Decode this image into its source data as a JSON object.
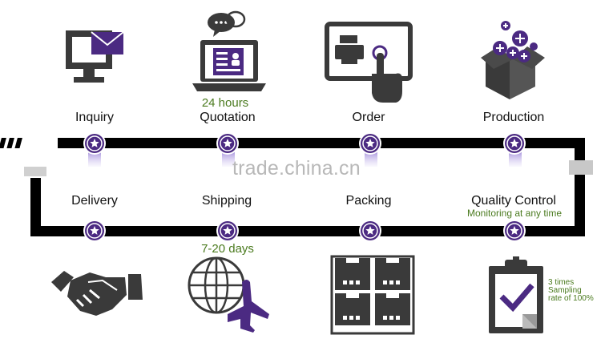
{
  "steps": [
    {
      "label": "Inquiry",
      "icon": "computer-mail-icon"
    },
    {
      "label": "Quotation",
      "note": "24 hours",
      "icon": "laptop-chat-icon"
    },
    {
      "label": "Order",
      "icon": "touch-screen-printer-icon"
    },
    {
      "label": "Production",
      "icon": "box-plus-icon"
    },
    {
      "label": "Quality Control",
      "note": "Monitoring at any time",
      "icon": "clipboard-check-icon"
    },
    {
      "label": "Packing",
      "icon": "stacked-boxes-icon"
    },
    {
      "label": "Shipping",
      "note": "7-20 days",
      "icon": "globe-airplane-icon"
    },
    {
      "label": "Delivery",
      "icon": "handshake-icon"
    }
  ],
  "qc_detail": [
    "3 times",
    "Sampling",
    "rate of 100%"
  ],
  "watermark": "trade.china.cn",
  "colors": {
    "track": "#000000",
    "accent": "#4b2a82",
    "glow": "#b9a8e0",
    "icon": "#3a3a3a",
    "note": "#4a7a1e"
  }
}
